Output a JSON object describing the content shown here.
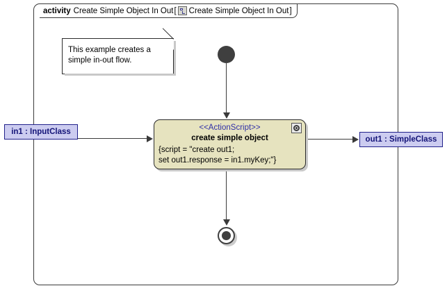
{
  "diagram": {
    "frame": {
      "keyword": "activity",
      "name": "Create Simple Object In Out",
      "bracket_open": "[",
      "icon": "activity-tree-icon",
      "qualified_name": "Create Simple Object In Out",
      "bracket_close": "]"
    },
    "note": {
      "line1": "This example creates a",
      "line2": "simple in-out flow."
    },
    "initial_node": {
      "label": "initial-node"
    },
    "final_node": {
      "label": "activity-final-node"
    },
    "action": {
      "stereotype": "<<ActionScript>>",
      "title": "create simple object",
      "script_line1": "{script = \"create out1;",
      "script_line2": "set out1.response = in1.myKey;\"}",
      "badge": "action-script-badge"
    },
    "pins": {
      "input": "in1 : InputClass",
      "output": "out1 : SimpleClass"
    },
    "colors": {
      "action_fill": "#e6e3bf",
      "pin_fill": "#ccccf0",
      "pin_border": "#20208a",
      "pin_text": "#141478",
      "stereotype_text": "#2f2fa8",
      "line": "#3a3a3a",
      "shadow": "#c9c9c9",
      "background": "#ffffff"
    }
  }
}
